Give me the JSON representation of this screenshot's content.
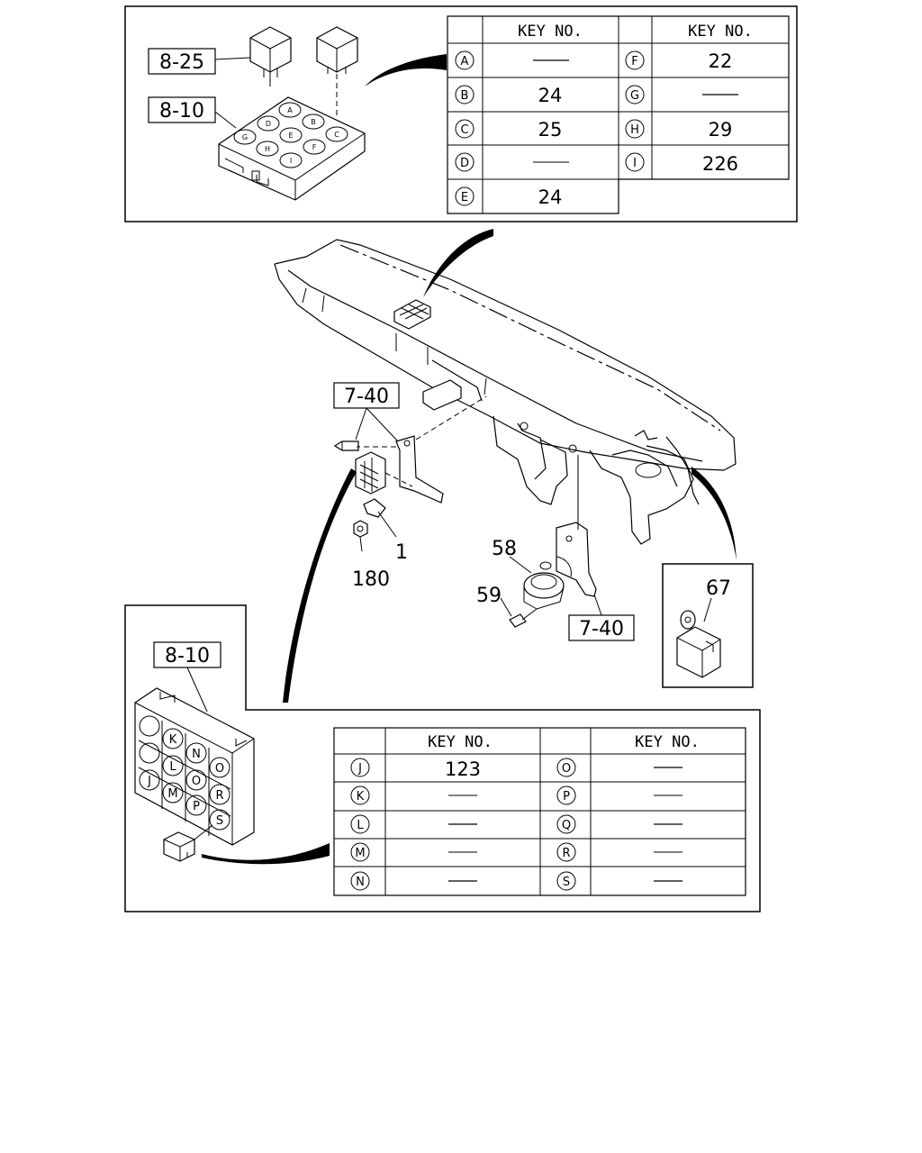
{
  "callouts": {
    "top_relay": "8-25",
    "top_block": "8-10",
    "bracket_upper": "7-40",
    "bracket_lower": "7-40",
    "bottom_block": "8-10",
    "part_1": "1",
    "part_180": "180",
    "part_58": "58",
    "part_59": "59",
    "part_67": "67"
  },
  "top_table": {
    "header": "KEY NO.",
    "left": [
      {
        "key": "A",
        "value": ""
      },
      {
        "key": "B",
        "value": "24"
      },
      {
        "key": "C",
        "value": "25"
      },
      {
        "key": "D",
        "value": ""
      },
      {
        "key": "E",
        "value": "24"
      }
    ],
    "right": [
      {
        "key": "F",
        "value": "22"
      },
      {
        "key": "G",
        "value": ""
      },
      {
        "key": "H",
        "value": "29"
      },
      {
        "key": "I",
        "value": "226"
      }
    ]
  },
  "bottom_table": {
    "header": "KEY NO.",
    "left": [
      {
        "key": "J",
        "value": "123"
      },
      {
        "key": "K",
        "value": ""
      },
      {
        "key": "L",
        "value": ""
      },
      {
        "key": "M",
        "value": ""
      },
      {
        "key": "N",
        "value": ""
      }
    ],
    "right": [
      {
        "key": "O",
        "value": ""
      },
      {
        "key": "P",
        "value": ""
      },
      {
        "key": "Q",
        "value": ""
      },
      {
        "key": "R",
        "value": ""
      },
      {
        "key": "S",
        "value": ""
      }
    ]
  },
  "block_top_labels": [
    "A",
    "B",
    "C",
    "D",
    "E",
    "F",
    "G",
    "H",
    "I"
  ],
  "block_bottom_labels": [
    "K",
    "N",
    "O",
    "L",
    "O",
    "R",
    "J",
    "M",
    "P",
    "S"
  ]
}
